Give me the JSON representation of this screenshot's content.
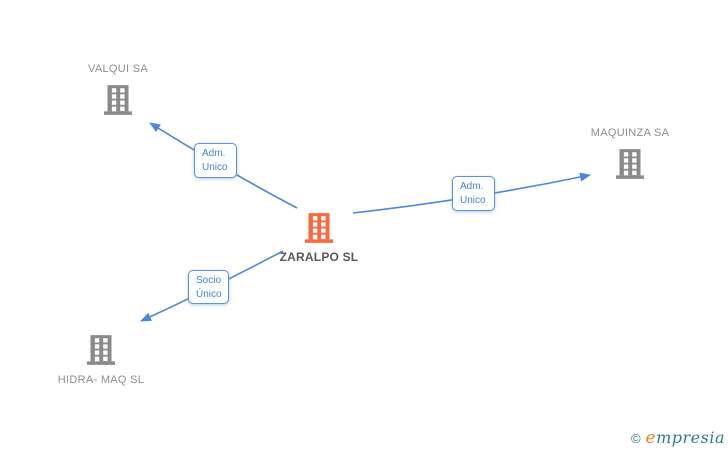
{
  "diagram": {
    "central_node": {
      "label": "ZARALPO SL"
    },
    "nodes": [
      {
        "label": "VALQUI SA"
      },
      {
        "label": "MAQUINZA SA"
      },
      {
        "label": "HIDRA- MAQ SL"
      }
    ],
    "edges": [
      {
        "from": "ZARALPO SL",
        "to": "VALQUI SA",
        "label_line1": "Adm.",
        "label_line2": "Unico"
      },
      {
        "from": "ZARALPO SL",
        "to": "MAQUINZA SA",
        "label_line1": "Adm.",
        "label_line2": "Unico"
      },
      {
        "from": "ZARALPO SL",
        "to": "HIDRA- MAQ SL",
        "label_line1": "Socio",
        "label_line2": "Único"
      }
    ],
    "colors": {
      "central_node_icon": "#fb683c",
      "related_node_icon": "#8a8a8a",
      "edge_line": "#4b87dc",
      "edge_label_text": "#4585d6",
      "edge_label_border": "#5e93db",
      "node_label_text": "#8e8e8e",
      "central_label_text": "#595959"
    }
  },
  "footer": {
    "copyright_symbol": "©",
    "brand_initial": "e",
    "brand_rest": "mpresia"
  }
}
